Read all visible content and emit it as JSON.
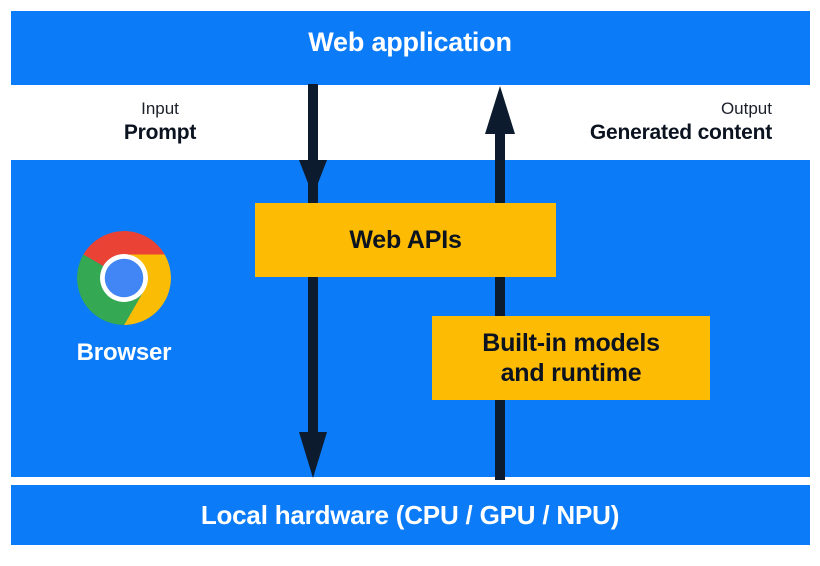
{
  "colors": {
    "blue_panel": "#0B7BF7",
    "yellow_box": "#FDBC03",
    "arrow_navy": "#0D1B2E",
    "panel_text": "#ffffff",
    "box_text": "#0b1220",
    "background": "#ffffff"
  },
  "panels": {
    "web_application": {
      "title": "Web application"
    },
    "browser": {
      "logo_name": "chrome-logo",
      "label": "Browser"
    },
    "local_hardware": {
      "title": "Local hardware (CPU / GPU / NPU)"
    }
  },
  "io_labels": {
    "input": {
      "kind": "Input",
      "value": "Prompt"
    },
    "output": {
      "kind": "Output",
      "value": "Generated content"
    }
  },
  "boxes": {
    "web_apis": {
      "label": "Web APIs"
    },
    "builtin_models": {
      "label": "Built-in models\nand runtime"
    }
  },
  "arrows": [
    {
      "name": "prompt-down-arrow",
      "direction": "down",
      "from": "Web application",
      "to": "Local hardware (CPU / GPU / NPU)",
      "carries": "Prompt"
    },
    {
      "name": "generated-content-up-arrow",
      "direction": "up",
      "from": "Local hardware (CPU / GPU / NPU)",
      "to": "Web application",
      "carries": "Generated content"
    }
  ]
}
